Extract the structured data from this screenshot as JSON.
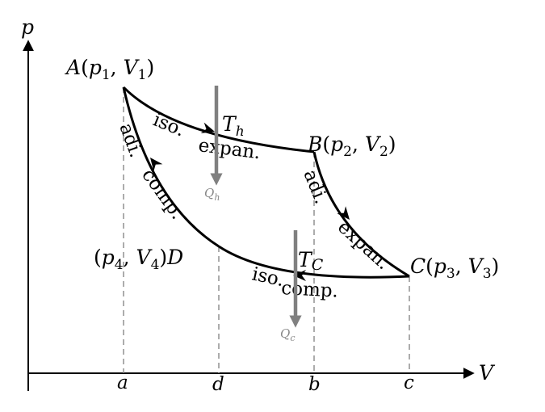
{
  "axes": {
    "y_label": "p",
    "x_label": "V",
    "ticks": [
      "a",
      "d",
      "b",
      "c"
    ]
  },
  "states": {
    "A": {
      "letter": "A",
      "p": "p",
      "p_sub": "1",
      "v": "V",
      "v_sub": "1"
    },
    "B": {
      "letter": "B",
      "p": "p",
      "p_sub": "2",
      "v": "V",
      "v_sub": "2"
    },
    "C": {
      "letter": "C",
      "p": "p",
      "p_sub": "3",
      "v": "V",
      "v_sub": "3"
    },
    "D": {
      "letter": "D",
      "p": "p",
      "p_sub": "4",
      "v": "V",
      "v_sub": "4"
    }
  },
  "processes": {
    "ab_word1": "iso.",
    "ab_word2": "expan.",
    "bc_word1": "adi.",
    "bc_word2": "expan.",
    "cd_word1": "iso.",
    "cd_word2": "comp.",
    "da_word1": "adi.",
    "da_word2": "comp."
  },
  "reservoirs": {
    "hot": {
      "T": "T",
      "sub": "h"
    },
    "cold": {
      "T": "T",
      "sub": "C"
    }
  },
  "heat": {
    "hot": {
      "Q": "Q",
      "sub": "h"
    },
    "cold": {
      "Q": "Q",
      "sub": "c"
    }
  },
  "colors": {
    "curve": "#000000",
    "dashed": "#888888",
    "heat_arrow": "#808080",
    "heat_label": "#888888"
  }
}
